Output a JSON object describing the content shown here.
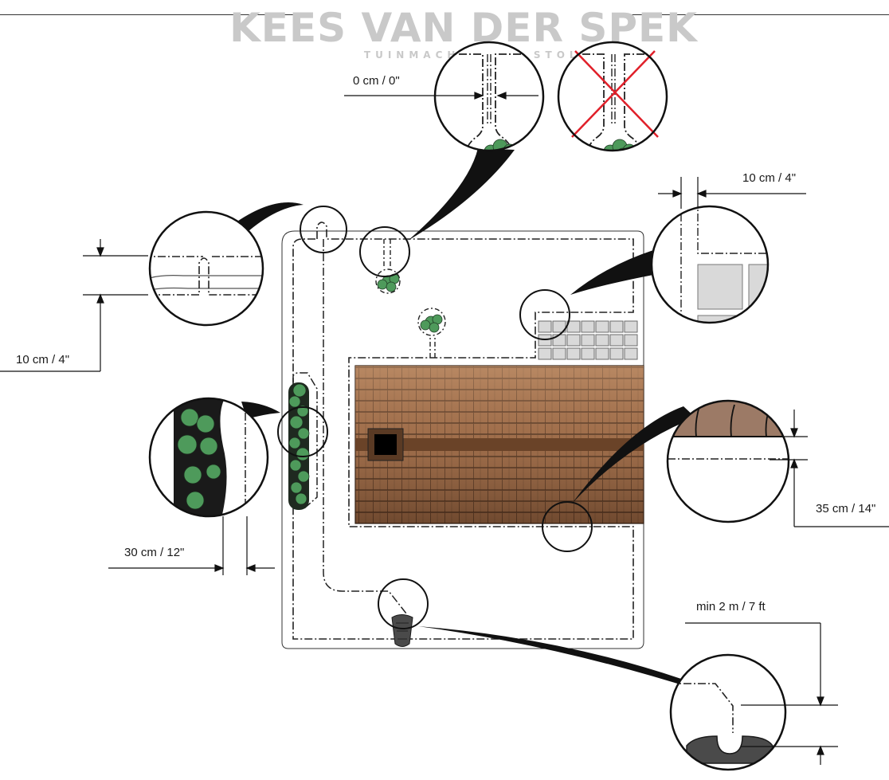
{
  "watermark": {
    "brand": "KEES VAN DER SPEK",
    "tagline": "TUINMACHINES ★ STOLWIJK"
  },
  "labels": {
    "wire_spacing": "0 cm / 0\"",
    "paving_offset": "10 cm / 4\"",
    "boundary_offset": "10 cm / 4\"",
    "hedge_offset": "30 cm / 12\"",
    "house_offset": "35 cm / 14\"",
    "station_straight": "min 2 m / 7 ft"
  },
  "colors": {
    "wire": "#222222",
    "bush": "#4e9a5b",
    "roof": "#8c5a3a",
    "paving": "#d9d9d9",
    "invalid_cross": "#e0202a",
    "charging_station": "#4a4a4a"
  },
  "icons": [
    "bush-icon",
    "tree-icon",
    "charging-station-icon",
    "invalid-cross-icon",
    "paving-tiles",
    "house-roof"
  ]
}
